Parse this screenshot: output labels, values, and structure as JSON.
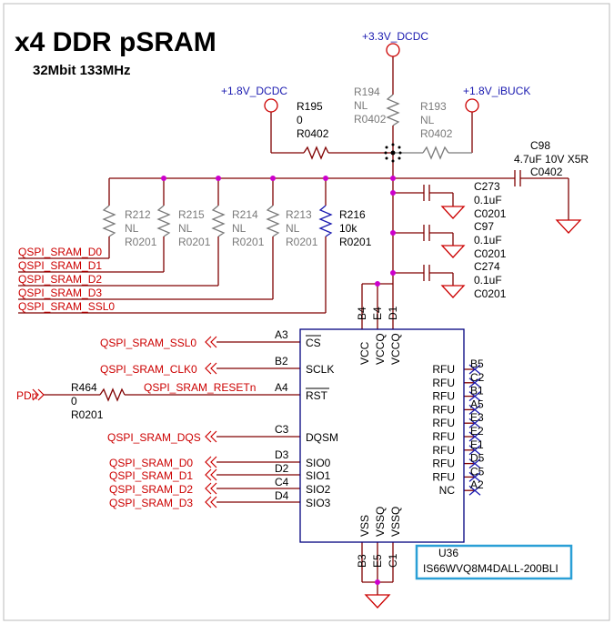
{
  "header": {
    "title": "x4 DDR pSRAM",
    "subtitle": "32Mbit 133MHz"
  },
  "power": {
    "rail_3v3": "+3.3V_DCDC",
    "rail_1v8": "+1.8V_DCDC",
    "rail_1v8_ibuck": "+1.8V_iBUCK"
  },
  "resistors": {
    "r195": {
      "ref": "R195",
      "value": "0",
      "pkg": "R0402"
    },
    "r194": {
      "ref": "R194",
      "value": "NL",
      "pkg": "R0402"
    },
    "r193": {
      "ref": "R193",
      "value": "NL",
      "pkg": "R0402"
    },
    "r212": {
      "ref": "R212",
      "value": "NL",
      "pkg": "R0201"
    },
    "r215": {
      "ref": "R215",
      "value": "NL",
      "pkg": "R0201"
    },
    "r214": {
      "ref": "R214",
      "value": "NL",
      "pkg": "R0201"
    },
    "r213": {
      "ref": "R213",
      "value": "NL",
      "pkg": "R0201"
    },
    "r216": {
      "ref": "R216",
      "value": "10k",
      "pkg": "R0201"
    },
    "r464": {
      "ref": "R464",
      "value": "0",
      "pkg": "R0201"
    }
  },
  "capacitors": {
    "c98": {
      "ref": "C98",
      "value": "4.7uF 10V X5R",
      "pkg": "C0402"
    },
    "c273": {
      "ref": "C273",
      "value": "0.1uF",
      "pkg": "C0201"
    },
    "c97": {
      "ref": "C97",
      "value": "0.1uF",
      "pkg": "C0201"
    },
    "c274": {
      "ref": "C274",
      "value": "0.1uF",
      "pkg": "C0201"
    }
  },
  "pullup_nets": [
    "QSPI_SRAM_D0",
    "QSPI_SRAM_D1",
    "QSPI_SRAM_D2",
    "QSPI_SRAM_D3",
    "QSPI_SRAM_SSL0"
  ],
  "ic": {
    "ref": "U36",
    "part": "IS66WVQ8M4DALL-200BLI",
    "top_pins": [
      {
        "ball": "B4",
        "name": "VCC"
      },
      {
        "ball": "E4",
        "name": "VCCQ"
      },
      {
        "ball": "D1",
        "name": "VCCQ"
      }
    ],
    "bottom_pins": [
      {
        "ball": "B3",
        "name": "VSS"
      },
      {
        "ball": "E5",
        "name": "VSSQ"
      },
      {
        "ball": "C1",
        "name": "VSSQ"
      }
    ],
    "left_pins": [
      {
        "ball": "A3",
        "name": "CS",
        "net": "QSPI_SRAM_SSL0"
      },
      {
        "ball": "B2",
        "name": "SCLK",
        "net": "QSPI_SRAM_CLK0"
      },
      {
        "ball": "A4",
        "name": "RST",
        "net": "QSPI_SRAM_RESETn"
      },
      {
        "ball": "C3",
        "name": "DQSM",
        "net": "QSPI_SRAM_DQS"
      },
      {
        "ball": "D3",
        "name": "SIO0",
        "net": "QSPI_SRAM_D0"
      },
      {
        "ball": "D2",
        "name": "SIO1",
        "net": "QSPI_SRAM_D1"
      },
      {
        "ball": "C4",
        "name": "SIO2",
        "net": "QSPI_SRAM_D2"
      },
      {
        "ball": "D4",
        "name": "SIO3",
        "net": "QSPI_SRAM_D3"
      }
    ],
    "right_pins": [
      {
        "ball": "B5",
        "name": "RFU"
      },
      {
        "ball": "C2",
        "name": "RFU"
      },
      {
        "ball": "B1",
        "name": "RFU"
      },
      {
        "ball": "A5",
        "name": "RFU"
      },
      {
        "ball": "E3",
        "name": "RFU"
      },
      {
        "ball": "E2",
        "name": "RFU"
      },
      {
        "ball": "E1",
        "name": "RFU"
      },
      {
        "ball": "D5",
        "name": "RFU"
      },
      {
        "ball": "C5",
        "name": "RFU"
      },
      {
        "ball": "A2",
        "name": "NC"
      }
    ]
  },
  "reset_input": "PDn",
  "colors": {
    "wire": "#800000",
    "net_label": "#cc0000",
    "power_label": "#1a1ab0",
    "not_loaded": "#7a7a7a",
    "junction": "#cc00cc",
    "highlight_box": "#2a9fd6"
  }
}
